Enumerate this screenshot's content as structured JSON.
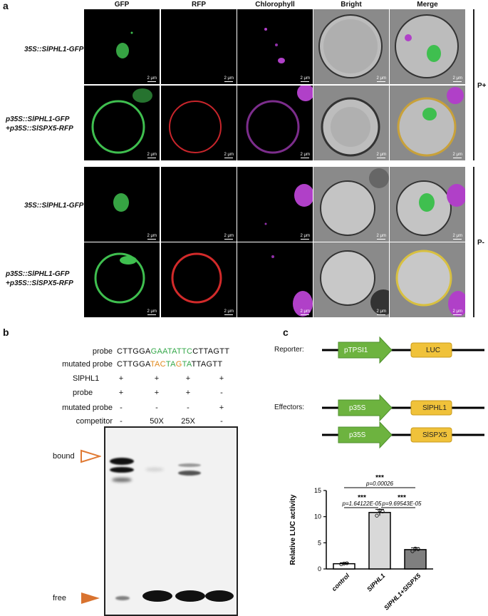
{
  "panel_a": {
    "letter": "a",
    "columns": [
      "GFP",
      "RFP",
      "Chlorophyll",
      "Bright",
      "Merge"
    ],
    "rows": [
      {
        "label_lines": [
          "35S::SlPHL1-GFP"
        ]
      },
      {
        "label_lines": [
          "p35S::SlPHL1-GFP",
          "+p35S::SlSPX5-RFP"
        ]
      },
      {
        "label_lines": [
          "35S::SlPHL1-GFP"
        ]
      },
      {
        "label_lines": [
          "p35S::SlPHL1-GFP",
          "+p35S::SlSPX5-RFP"
        ]
      }
    ],
    "scale_bar": "2 μm",
    "group_labels": [
      "P+",
      "P-"
    ]
  },
  "panel_b": {
    "letter": "b",
    "probe_label": "probe",
    "mutated_probe_label": "mutated probe",
    "probe_seq": {
      "a": "CTTGGA",
      "b": "GAATATTC",
      "c": "CTTAGTT"
    },
    "mutated_seq": {
      "a": "CTTGGA",
      "b": "TAC",
      "c": "TA",
      "d": "G",
      "e": "TA",
      "f": "TTAGTT"
    },
    "rows": [
      {
        "label": "SlPHL1",
        "marks": [
          "+",
          "+",
          "+",
          "+"
        ]
      },
      {
        "label": "probe",
        "marks": [
          "+",
          "+",
          "+",
          "-"
        ]
      },
      {
        "label": "mutated probe",
        "marks": [
          "-",
          "-",
          "-",
          "+"
        ]
      },
      {
        "label": "competitor",
        "marks": [
          "-",
          "50X",
          "25X",
          "-"
        ]
      }
    ],
    "bound_label": "bound",
    "free_label": "free"
  },
  "panel_c": {
    "letter": "c",
    "reporter_label": "Reporter:",
    "effectors_label": "Effectors:",
    "reporter_promoter": "pTPSI1",
    "reporter_gene": "LUC",
    "effector1_promoter": "p35S",
    "effector1_gene": "SlPHL1",
    "effector2_promoter": "p35S",
    "effector2_gene": "SlSPX5",
    "colors": {
      "promoter": "#6db33f",
      "gene": "#f0c23a"
    }
  },
  "chart_data": {
    "type": "bar",
    "categories": [
      "control",
      "SlPHL1",
      "SlPHL1+SlSPX5"
    ],
    "values": [
      1.0,
      10.8,
      3.7
    ],
    "errors": [
      0.15,
      0.6,
      0.35
    ],
    "points": [
      [
        0.9,
        1.05,
        1.1
      ],
      [
        10.2,
        11.2,
        11.0
      ],
      [
        3.4,
        3.9,
        3.8
      ]
    ],
    "bar_colors": [
      "#ffffff",
      "#d9d9d9",
      "#7f7f7f"
    ],
    "ylabel": "Relative LUC activity",
    "ylim": [
      0,
      15
    ],
    "yticks": [
      "0",
      "5",
      "10",
      "15"
    ],
    "sig": [
      {
        "stars": "***",
        "p": "p=0.00026"
      },
      {
        "stars": "***",
        "p": "p=1.64122E-05"
      },
      {
        "stars": "***",
        "p": "p=9.69543E-05"
      }
    ]
  }
}
